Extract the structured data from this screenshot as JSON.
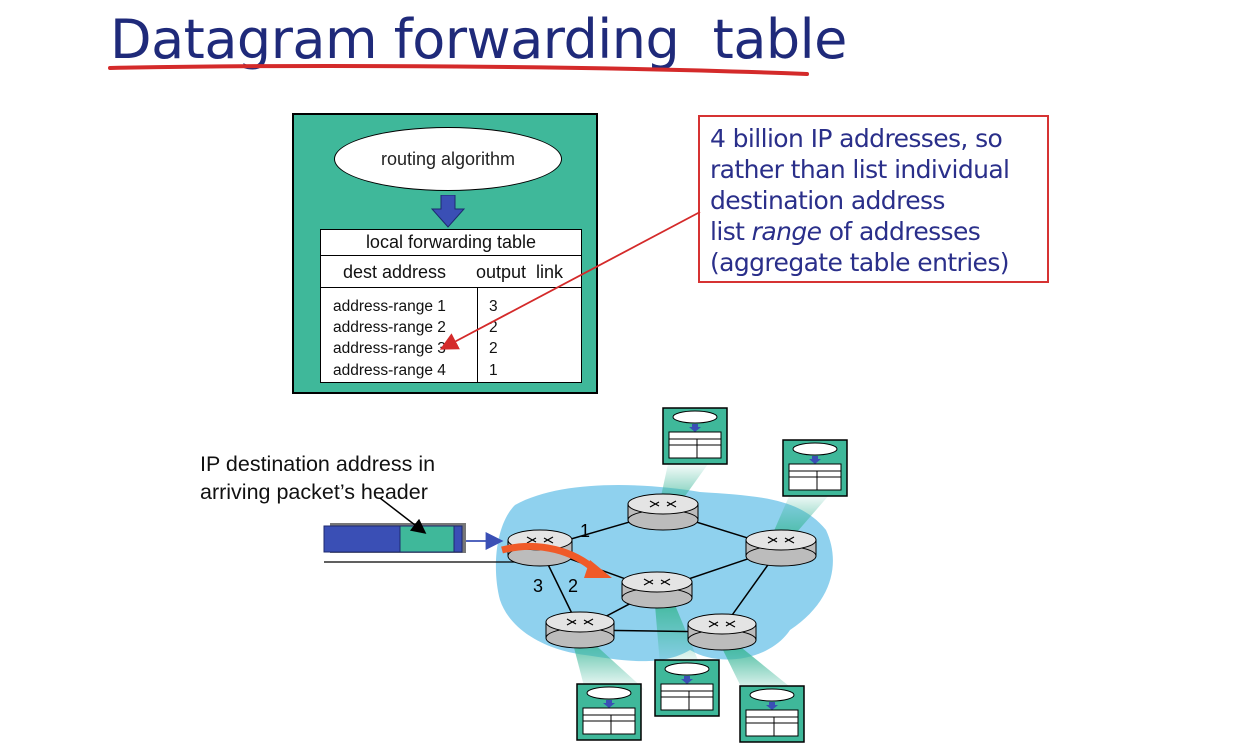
{
  "title": "Datagram forwarding  table",
  "forwarding_box": {
    "algorithm_label": "routing algorithm",
    "table_title": "local forwarding table",
    "columns": [
      "dest address",
      "output  link"
    ],
    "rows": [
      {
        "dest": "address-range 1",
        "link": "3"
      },
      {
        "dest": "address-range 2",
        "link": "2"
      },
      {
        "dest": "address-range 3",
        "link": "2"
      },
      {
        "dest": "address-range 4",
        "link": "1"
      }
    ]
  },
  "callout": {
    "line1": "4 billion IP addresses, so",
    "line2": "rather than list individual",
    "line3": "destination address",
    "line4_prefix": "list ",
    "line4_italic": "range",
    "line4_suffix": " of addresses",
    "line5": "(aggregate table entries)"
  },
  "ip_label": {
    "line1": "IP destination address in",
    "line2": "arriving packet’s header"
  },
  "link_labels": {
    "link1": "1",
    "link2": "2",
    "link3": "3"
  },
  "colors": {
    "title": "#1f2a7a",
    "teal": "#3fb89a",
    "cloud": "#8fd1ee",
    "callout_border": "#d63333",
    "arrow_blue": "#3a4fb5",
    "flow_arrow": "#f05a28"
  }
}
